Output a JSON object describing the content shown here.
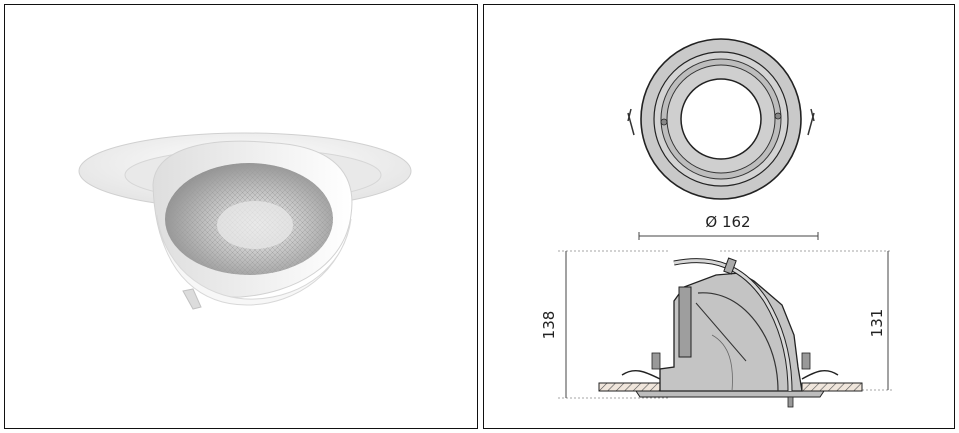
{
  "photo": {
    "subject": "recessed-adjustable-downlight"
  },
  "drawing": {
    "diameter_label": "Ø 162",
    "height_left_label": "138",
    "height_right_label": "131"
  },
  "colors": {
    "frame": "#111111",
    "luminaire_white": "#f4f4f4",
    "reflector_silver": "#c9c9c9",
    "drawing_fill": "#c8c8c8",
    "drawing_line": "#222222"
  }
}
